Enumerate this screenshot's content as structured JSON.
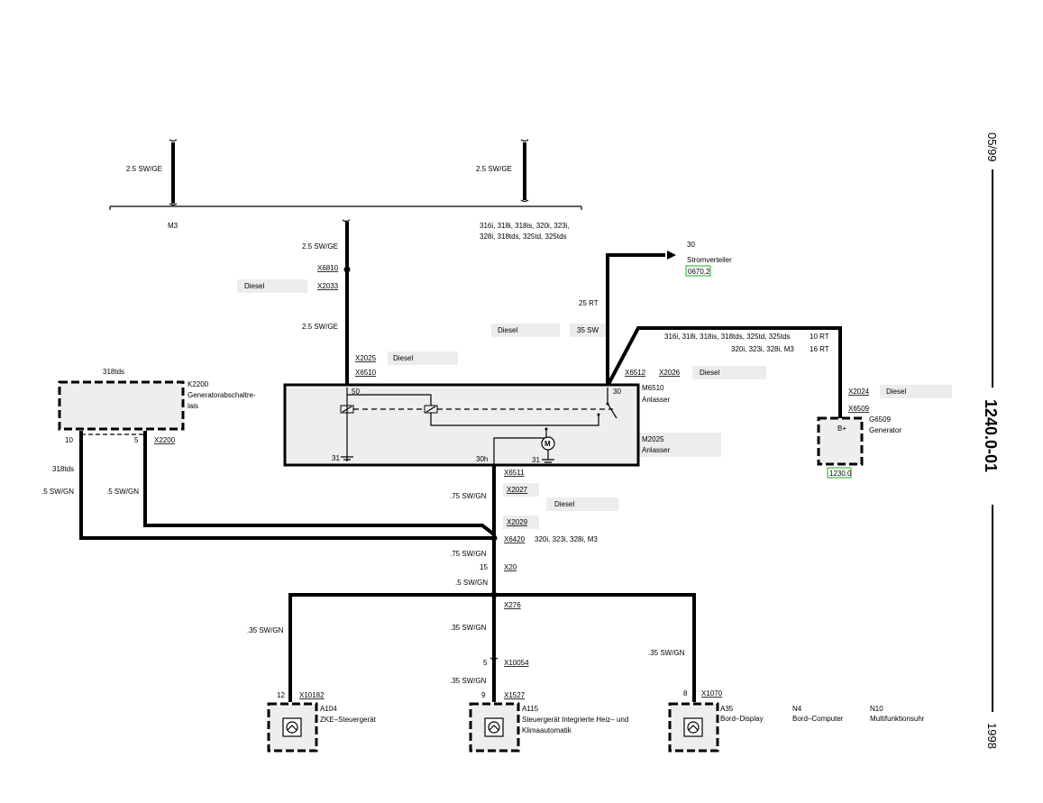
{
  "title_block": {
    "doc_number": "1240.0-01",
    "date": "05/99",
    "year": "1998"
  },
  "labels": {
    "wire_top_left": "2.5 SW/GE",
    "wire_top_mid": "2.5 SW/GE",
    "variant_m3": "M3",
    "variant_models_l1": "316i, 318i, 318is, 320i, 323i,",
    "variant_models_l2": "328i, 318tds,  325td, 325tds",
    "wire_down_1": "2.5 SW/GE",
    "x6810": "X6810",
    "diesel_1": "Diesel",
    "x2033": "X2033",
    "wire_down_2": "2.5 SW/GE",
    "x2025": "X2025",
    "diesel_2": "Diesel",
    "x6510": "X6510",
    "term_30_top": "30",
    "stromverteiler": "Stromverteiler",
    "stromverteiler_ref": "0670.2",
    "rt25": "25 RT",
    "diesel_3": "Diesel",
    "sw35": "35 SW",
    "gen_models_1": "316i, 318i, 318is, 318tds, 325td, 325tds",
    "gen_models_2": "320i, 323i, 328i, M3",
    "rt10": "10 RT",
    "rt16": "16 RT",
    "x6512": "X6512",
    "x2026": "X2026",
    "diesel_4": "Diesel",
    "m6510": "M6510",
    "anlasser_1": "Anlasser",
    "pin_50": "50",
    "pin_30": "30",
    "pin_31_left": "31",
    "pin_30h": "30h",
    "pin_31_right": "31",
    "m2025": "M2025",
    "anlasser_2": "Anlasser",
    "k2200_variant": "318tds",
    "k2200": "K2200",
    "k2200_name_1": "Generatorabschaltre-",
    "k2200_name_2": "lais",
    "pin_10": "10",
    "pin_5_k": "5",
    "x2200": "X2200",
    "k_variant_2": "318tds",
    "wire_5swgn_a": ".5 SW/GN",
    "wire_5swgn_b": ".5 SW/GN",
    "x2024": "X2024",
    "diesel_5": "Diesel",
    "x6509": "X6509",
    "bplus": "B+",
    "g6509": "G6509",
    "generator": "Generator",
    "gen_ref": "1230.0",
    "x6511": "X6511",
    "wire_75_a": ".75 SW/GN",
    "x2027": "X2027",
    "diesel_6": "Diesel",
    "x2029": "X2029",
    "x6420": "X6420",
    "x6420_models": "320i, 323i, 328i, M3",
    "wire_75_b": ".75 SW/GN",
    "pin_15": "15",
    "x20": "X20",
    "wire_5_c": ".5 SW/GN",
    "x276": "X276",
    "wire_35_left": ".35 SW/GN",
    "wire_35_mid": ".35 SW/GN",
    "wire_35_right": ".35 SW/GN",
    "pin_5_mid": "5",
    "x10054": "X10054",
    "wire_35_mid2": ".35 SW/GN",
    "pin_12": "12",
    "x10182": "X10182",
    "a104": "A104",
    "a104_name": "ZKE–Steuergerät",
    "pin_9": "9",
    "x1527": "X1527",
    "a115": "A115",
    "a115_name_1": "Steuergerät Integrierte Heiz– und",
    "a115_name_2": "Klimaautomatik",
    "pin_8": "8",
    "x1070": "X1070",
    "a35": "A35",
    "a35_name": "Bord–Display",
    "n4": "N4",
    "n4_name": "Bord–Computer",
    "n10": "N10",
    "n10_name": "Multifunktionsuhr"
  }
}
